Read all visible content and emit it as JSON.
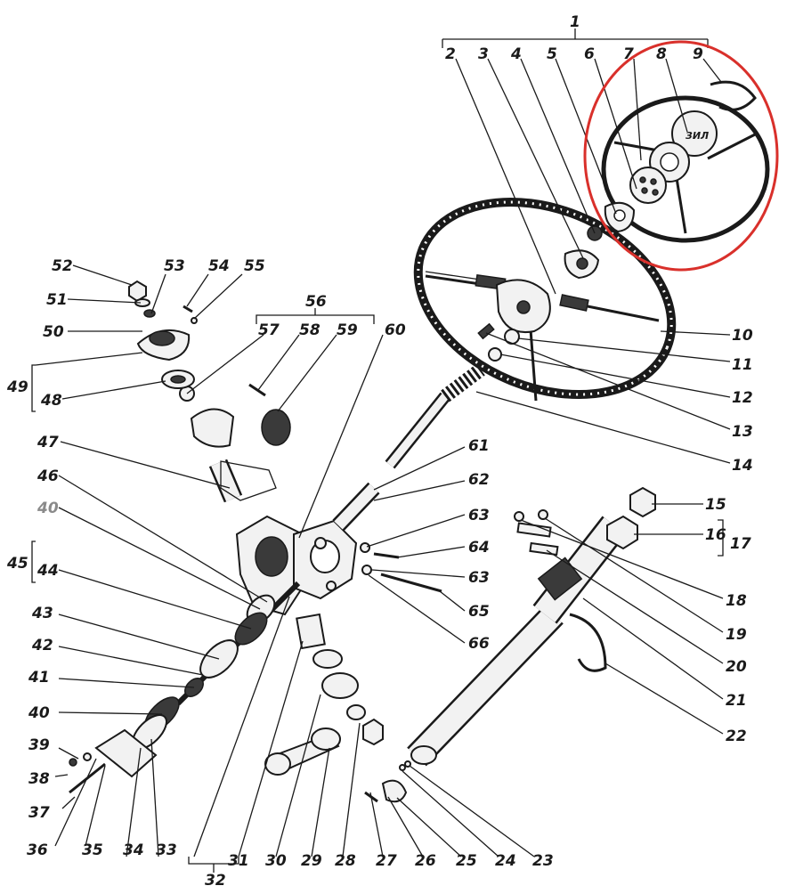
{
  "labels": [
    "1",
    "2",
    "3",
    "4",
    "5",
    "6",
    "7",
    "8",
    "9",
    "10",
    "11",
    "12",
    "13",
    "14",
    "15",
    "16",
    "17",
    "18",
    "19",
    "20",
    "21",
    "22",
    "23",
    "24",
    "25",
    "26",
    "27",
    "28",
    "29",
    "30",
    "31",
    "32",
    "33",
    "34",
    "35",
    "36",
    "37",
    "38",
    "39",
    "40",
    "40",
    "41",
    "42",
    "43",
    "44",
    "45",
    "46",
    "47",
    "48",
    "49",
    "50",
    "51",
    "52",
    "53",
    "54",
    "55",
    "56",
    "57",
    "58",
    "59",
    "60",
    "61",
    "62",
    "63",
    "63",
    "64",
    "65",
    "66"
  ],
  "highlight": {
    "color": "#d9302b"
  }
}
